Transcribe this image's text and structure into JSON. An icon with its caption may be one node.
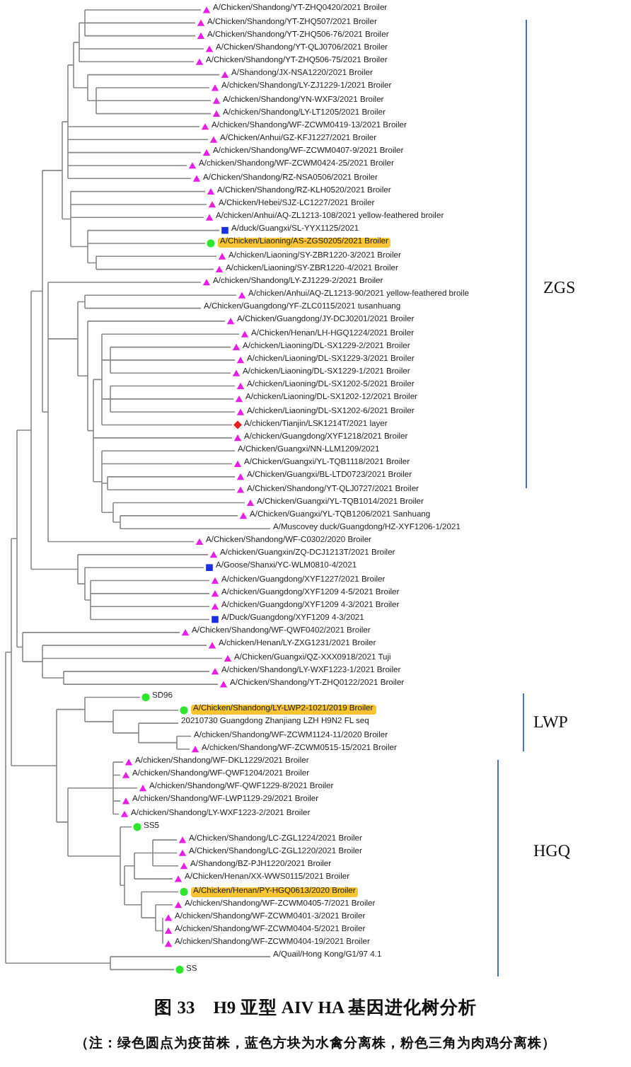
{
  "diagram": {
    "title": "图 33　H9 亚型 AIV HA 基因进化树分析",
    "caption": "（注：绿色圆点为疫苗株，蓝色方块为水禽分离株，粉色三角为肉鸡分离株）",
    "labels": [
      "A/Chicken/Shandong/YT-ZHQ0420/2021 Broiler",
      "A/Chicken/Shandong/YT-ZHQ507/2021 Broiler",
      "A/Chicken/Shandong/YT-ZHQ506-76/2021 Broiler",
      "A/Chicken/Shandong/YT-QLJ0706/2021 Broiler",
      "A/Chicken/Shandong/YT-ZHQ506-75/2021 Broiler",
      "A/Shandong/JX-NSA1220/2021 Broiler",
      "A/chicken/Shandong/LY-ZJ1229-1/2021 Broiler",
      "A/chicken/Shandong/YN-WXF3/2021 Broiler",
      "A/chicken/Shandong/LY-LT1205/2021 Broiler",
      "A/chicken/Shandong/WF-ZCWM0419-13/2021 Broiler",
      "A/Chicken/Anhui/GZ-KFJ1227/2021 Broiler",
      "A/chicken/Shandong/WF-ZCWM0407-9/2021 Broiler",
      "A/chicken/Shandong/WF-ZCWM0424-25/2021 Broiler",
      "A/Chicken/Shandong/RZ-NSA0506/2021 Broiler",
      "A/Chicken/Shandong/RZ-KLH0520/2021 Broiler",
      "A/Chicken/Hebei/SJZ-LC1227/2021 Broiler",
      "A/chicken/Anhui/AQ-ZL1213-108/2021 yellow-feathered broiler",
      "A/duck/Guangxi/SL-YYX1125/2021",
      "A/Chicken/Liaoning/AS-ZGS0205/2021 Broiler",
      "A/chicken/Liaoning/SY-ZBR1220-3/2021 Broiler",
      "A/chicken/Liaoning/SY-ZBR1220-4/2021 Broiler",
      "A/chicken/Shandong/LY-ZJ1229-2/2021 Broiler",
      "A/chicken/Anhui/AQ-ZL1213-90/2021 yellow-feathered broile",
      "A/Chicken/Guangdong/YF-ZLC0115/2021 tusanhuang",
      "A/Chicken/Guangdong/JY-DCJ0201/2021 Broiler",
      "A/Chicken/Henan/LH-HGQ1224/2021 Broiler",
      "A/chicken/Liaoning/DL-SX1229-2/2021 Broiler",
      "A/chicken/Liaoning/DL-SX1229-3/2021 Broiler",
      "A/chicken/Liaoning/DL-SX1229-1/2021 Broiler",
      "A/chicken/Liaoning/DL-SX1202-5/2021 Broiler",
      "A/chicken/Liaoning/DL-SX1202-12/2021 Broiler",
      "A/chicken/Liaoning/DL-SX1202-6/2021 Broiler",
      "A/chicken/Tianjin/LSK1214T/2021 layer",
      "A/chicken/Guangdong/XYF1218/2021 Broiler",
      "A/Chicken/Guangxi/NN-LLM1209/2021",
      "A/Chicken/Guangxi/YL-TQB1118/2021 Broiler",
      "A/Chicken/Guangxi/BL-LTD0723/2021 Broiler",
      "A/Chicken/Shandong/YT-QLJ0727/2021 Broiler",
      "A/Chicken/Guangxi/YL-TQB1014/2021 Broiler",
      "A/Chicken/Guangxi/YL-TQB1206/2021 Sanhuang",
      "A/Muscovey duck/Guangdong/HZ-XYF1206-1/2021",
      "A/Chicken/Shandong/WF-C0302/2020 Broiler",
      "A/chicken/Guangxin/ZQ-DCJ1213T/2021 Broiler",
      "A/Goose/Shanxi/YC-WLM0810-4/2021",
      "A/chicken/Guangdong/XYF1227/2021 Broiler",
      "A/chicken/Guangdong/XYF1209 4-5/2021 Broiler",
      "A/chicken/Guangdong/XYF1209 4-3/2021 Broiler",
      "A/Duck/Guangdong/XYF1209 4-3/2021",
      "A/Chicken/Shandong/WF-QWF0402/2021 Broiler",
      "A/chicken/Henan/LY-ZXG1231/2021 Broiler",
      "A/Chicken/Guangxi/QZ-XXX0918/2021 Tuji",
      "A/chicken/Shandong/LY-WXF1223-1/2021 Broiler",
      "A/Chicken/Shandong/YT-ZHQ0122/2021 Broiler",
      "SD96",
      "A/Chicken/Shandong/LY-LWP2-1021/2019 Broiler",
      "20210730 Guangdong Zhanjiang LZH H9N2 FL seq",
      "A/chicken/Shandong/WF-ZCWM1124-11/2020 Broiler",
      "A/chicken/Shandong/WF-ZCWM0515-15/2021 Broiler",
      "A/chicken/Shandong/WF-DKL1229/2021 Broiler",
      "A/chicken/Shandong/WF-QWF1204/2021 Broiler",
      "A/chicken/Shandong/WF-QWF1229-8/2021 Broiler",
      "A/chicken/Shandong/WF-LWP1129-29/2021 Broiler",
      "A/chicken/Shandong/LY-WXF1223-2/2021 Broiler",
      "SS5",
      "A/Chicken/Shandong/LC-ZGL1224/2021 Broiler",
      "A/Chicken/Shandong/LC-ZGL1220/2021 Broiler",
      "A/Shandong/BZ-PJH1220/2021 Broiler",
      "A/Chicken/Henan/XX-WWS0115/2021 Broiler",
      "A/Chicken/Henan/PY-HGQ0613/2020 Broiler",
      "A/chicken/Shandong/WF-ZCWM0405-7/2021 Broiler",
      "A/chicken/Shandong/WF-ZCWM0401-3/2021 Broiler",
      "A/chicken/Shandong/WF-ZCWM0404-5/2021 Broiler",
      "A/chicken/Shandong/WF-ZCWM0404-19/2021 Broiler",
      "A/Quail/Hong Kong/G1/97 4.1",
      "SS",
      "ZGS",
      "LWP",
      "HGQ"
    ]
  }
}
